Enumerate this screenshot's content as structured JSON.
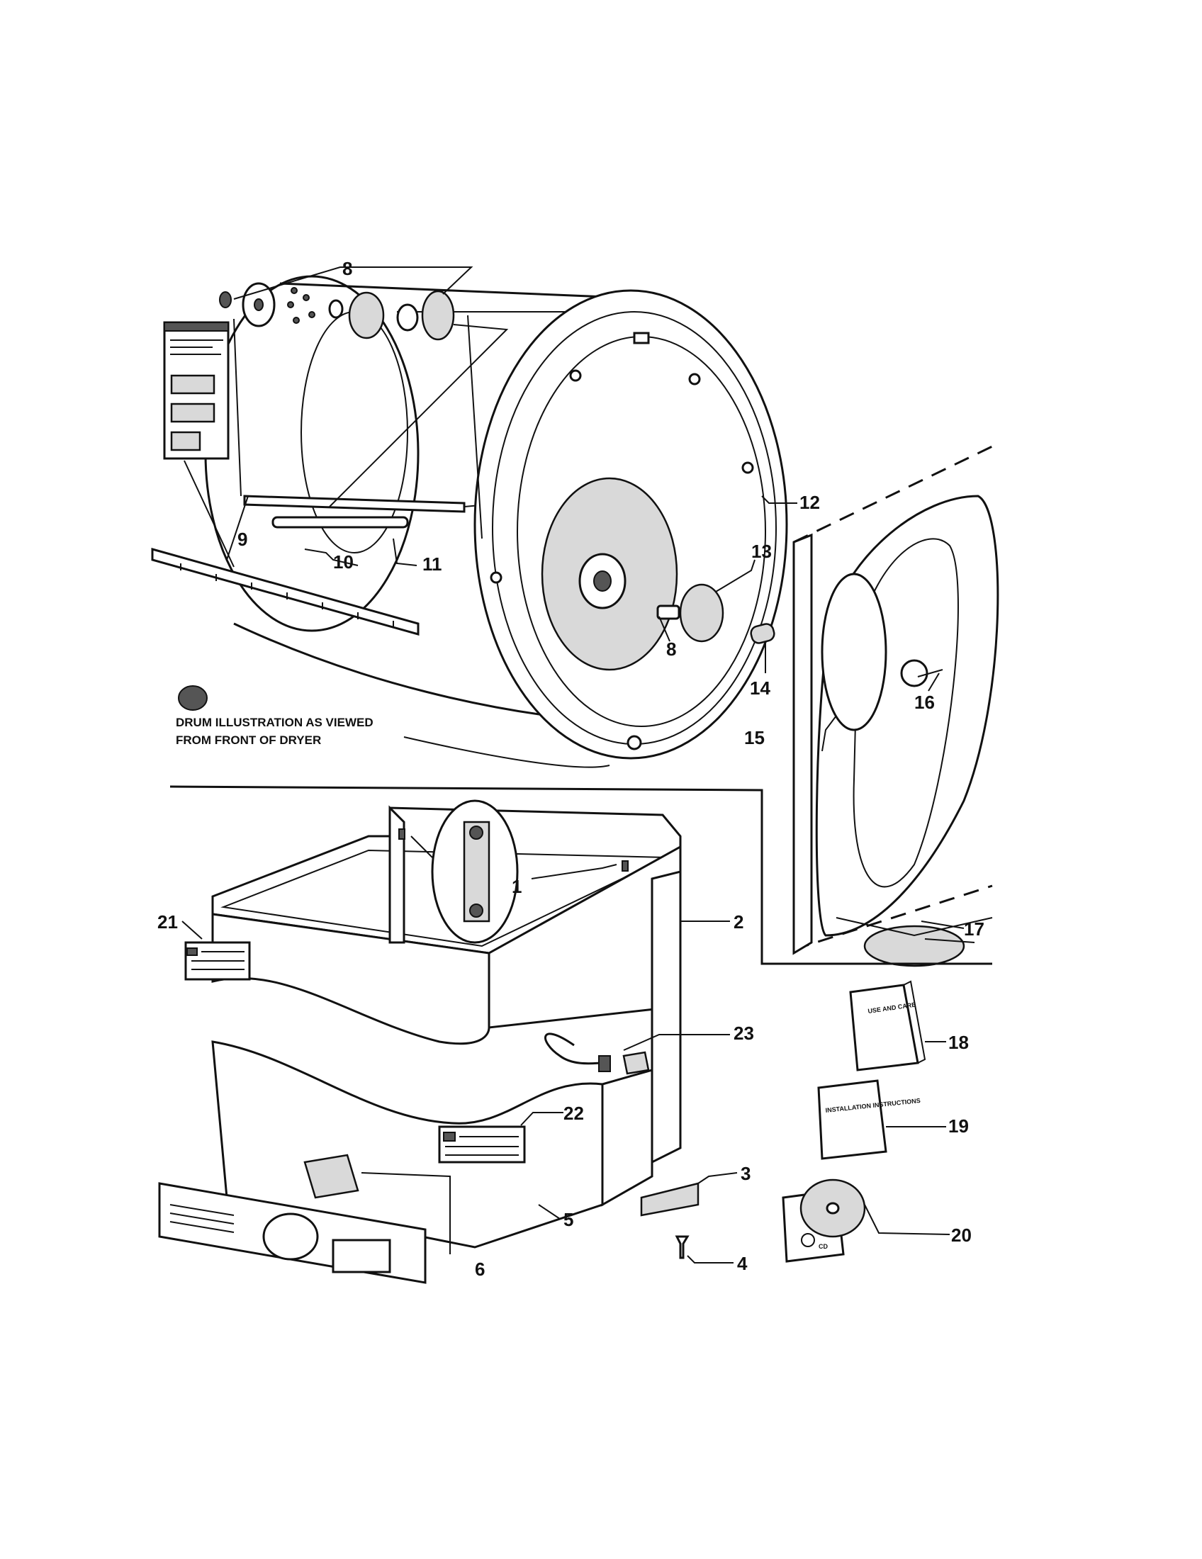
{
  "callouts": [
    {
      "id": "c1",
      "label": "1"
    },
    {
      "id": "c2",
      "label": "2"
    },
    {
      "id": "c3",
      "label": "3"
    },
    {
      "id": "c4",
      "label": "4"
    },
    {
      "id": "c5",
      "label": "5"
    },
    {
      "id": "c6",
      "label": "6"
    },
    {
      "id": "c8a",
      "label": "8"
    },
    {
      "id": "c8b",
      "label": "8"
    },
    {
      "id": "c9",
      "label": "9"
    },
    {
      "id": "c10",
      "label": "10"
    },
    {
      "id": "c11",
      "label": "11"
    },
    {
      "id": "c12",
      "label": "12"
    },
    {
      "id": "c13",
      "label": "13"
    },
    {
      "id": "c14",
      "label": "14"
    },
    {
      "id": "c15",
      "label": "15"
    },
    {
      "id": "c16",
      "label": "16"
    },
    {
      "id": "c17",
      "label": "17"
    },
    {
      "id": "c18",
      "label": "18"
    },
    {
      "id": "c19",
      "label": "19"
    },
    {
      "id": "c20",
      "label": "20"
    },
    {
      "id": "c21",
      "label": "21"
    },
    {
      "id": "c22",
      "label": "22"
    },
    {
      "id": "c23",
      "label": "23"
    }
  ],
  "note": {
    "line1": "DRUM ILLUSTRATION AS VIEWED",
    "line2": "FROM FRONT OF DRYER"
  },
  "booklets": {
    "use_care": "USE AND CARE",
    "installation": "INSTALLATION INSTRUCTIONS",
    "cd": "CD"
  }
}
